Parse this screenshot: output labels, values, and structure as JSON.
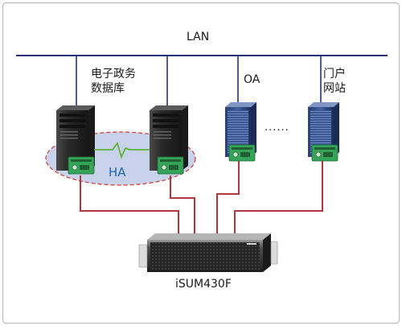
{
  "diagram": {
    "lan_label": "LAN",
    "egov_db_label_line1": "电子政务",
    "egov_db_label_line2": "数据库",
    "oa_label": "OA",
    "portal_label_line1": "门户",
    "portal_label_line2": "网站",
    "ha_label": "HA",
    "ellipsis_label": "......",
    "storage_label": "iSUM430F",
    "colors": {
      "lan_line": "#26327a",
      "san_line": "#b2363b",
      "ha_fill": "#c8d2ea",
      "ha_border": "#d0443f",
      "heartbeat": "#5cb33c",
      "hba_card": "#35a35a"
    },
    "icons": [
      "tower-server-icon",
      "rack-server-icon",
      "hba-card-icon",
      "storage-array-icon"
    ]
  }
}
